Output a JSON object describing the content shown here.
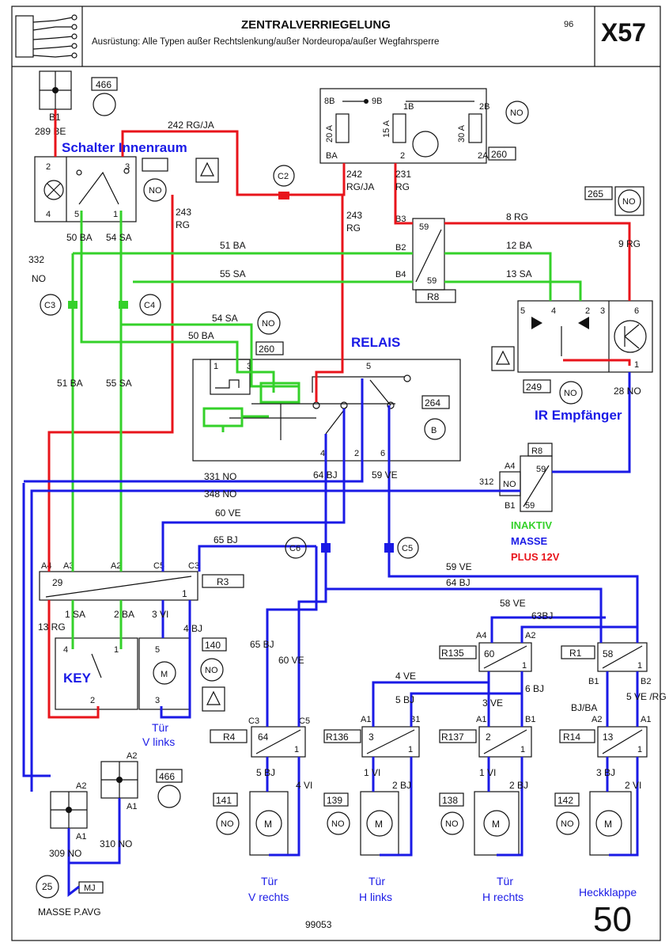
{
  "header": {
    "title": "ZENTRALVERRIEGELUNG",
    "page_ref": "96",
    "equipment": "Ausrüstung: Alle Typen außer Rechtslenkung/außer Nordeuropa/außer Wegfahrsperre",
    "code": "X57"
  },
  "footer": {
    "doc_number": "99053",
    "page_number": "50",
    "ground_label": "MASSE P.AVG"
  },
  "annotations": {
    "schalter": "Schalter Innenraum",
    "relais": "RELAIS",
    "ir": "IR Empfänger",
    "key": "KEY",
    "tuer_vl_1": "Tür",
    "tuer_vl_2": "V links",
    "tuer_vr_1": "Tür",
    "tuer_vr_2": "V rechts",
    "tuer_hl_1": "Tür",
    "tuer_hl_2": "H links",
    "tuer_hr_1": "Tür",
    "tuer_hr_2": "H rechts",
    "heckklappe": "Heckklappe"
  },
  "legend": {
    "inaktiv": "INAKTIV",
    "masse": "MASSE",
    "plus": "PLUS 12V",
    "colors": {
      "inaktiv": "#34d12a",
      "masse": "#1a1ae6",
      "plus": "#e8141b"
    }
  },
  "components": {
    "c466a": "466",
    "b1": "B1",
    "c289": "289 BE",
    "c260": "260",
    "c265": "265",
    "c249": "249",
    "c264": "264",
    "c140": "140",
    "c466b": "466",
    "c141": "141",
    "c139": "139",
    "c138": "138",
    "c142": "142",
    "no": "NO",
    "b": "B",
    "m": "M"
  },
  "connectors": {
    "c2": "C2",
    "c3": "C3",
    "c4": "C4",
    "c5": "C5",
    "c6": "C6",
    "a2": "A2",
    "a1": "A1",
    "m25": "25",
    "mj": "MJ"
  },
  "fuse": {
    "p8b": "8B",
    "p9b": "9B",
    "p1b": "1B",
    "p2b": "2B",
    "pba": "BA",
    "p2": "2",
    "p2a": "2A",
    "f1": "20 A",
    "f2": "15 A",
    "f3": "30 A"
  },
  "wires": {
    "w242": "242 RG/JA",
    "w242b": "242",
    "w242c": "RG/JA",
    "w231": "231",
    "w231b": "RG",
    "w243": "243",
    "w243b": "RG",
    "w243c": "243",
    "w243d": "RG",
    "w332": "332",
    "w332b": "NO",
    "w50ba": "50 BA",
    "w54sa": "54 SA",
    "w51ba": "51 BA",
    "w55sa": "55 SA",
    "w54sa2": "54 SA",
    "w50ba2": "50 BA",
    "w51ba2": "51 BA",
    "w55sa2": "55 SA",
    "w8rg": "8 RG",
    "w12ba": "12 BA",
    "w13sa": "13 SA",
    "w9rg": "9 RG",
    "w28no": "28 NO",
    "w312": "312",
    "w331": "331 NO",
    "w348": "348 NO",
    "w64bj": "64 BJ",
    "w59ve": "59 VE",
    "w60ve": "60 VE",
    "w65bj": "65 BJ",
    "w59ve2": "59 VE",
    "w64bj2": "64 BJ",
    "w58ve": "58 VE",
    "w63bj": "63BJ",
    "w13rg": "13 RG",
    "w1sa": "1 SA",
    "w2ba": "2 BA",
    "w3vi": "3 VI",
    "w4bj": "4 BJ",
    "w65bj2": "65 BJ",
    "w60ve2": "60 VE",
    "w4ve": "4 VE",
    "w5bj": "5 BJ",
    "w6bj": "6 BJ",
    "w3ve": "3 VE",
    "w6bjba": "BJ/BA",
    "w5verg": "5 VE /RG",
    "w5bjm": "5 BJ",
    "w4vim": "4 VI",
    "w1vi": "1 VI",
    "w2bj": "2 BJ",
    "w1vi2": "1 VI",
    "w2bj2": "2 BJ",
    "w3bj": "3 BJ",
    "w2vi": "2 VI",
    "w309": "309 NO",
    "w310": "310 NO"
  },
  "relays": {
    "r8": "R8",
    "r8_b3": "B3",
    "r8_b2": "B2",
    "r8_b4": "B4",
    "r8_59a": "59",
    "r8_59b": "59",
    "r8b": "R8",
    "r8b_a4": "A4",
    "r8b_b1": "B1",
    "r8b_59a": "59",
    "r8b_59b": "59",
    "r3": "R3",
    "r3_29": "29",
    "r3_1": "1",
    "r3_a4": "A4",
    "r3_a3": "A3",
    "r3_a2": "A2",
    "r3_c5": "C5",
    "r3_c3": "C3",
    "r135": "R135",
    "r135_60": "60",
    "r135_1": "1",
    "r135_a4": "A4",
    "r135_a2": "A2",
    "r1": "R1",
    "r1_58": "58",
    "r1_1": "1",
    "r1_b1": "B1",
    "r1_b2": "B2",
    "r4": "R4",
    "r4_64": "64",
    "r4_1": "1",
    "r4_c3": "C3",
    "r4_c5": "C5",
    "r136": "R136",
    "r136_3": "3",
    "r136_1": "1",
    "r136_a1": "A1",
    "r136_b1": "B1",
    "r137": "R137",
    "r137_2": "2",
    "r137_1": "1",
    "r137_a1": "A1",
    "r137_b1": "B1",
    "r14": "R14",
    "r14_13": "13",
    "r14_1": "1",
    "r14_a2": "A2",
    "r14_a1": "A1"
  }
}
